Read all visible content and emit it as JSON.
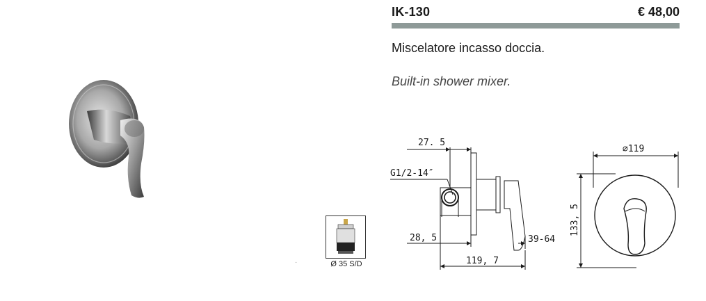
{
  "product": {
    "code": "IK-130",
    "price": "€ 48,00",
    "description_it": "Miscelatore incasso doccia.",
    "description_en": "Built-in shower mixer."
  },
  "cartridge": {
    "label": "Ø 35 S/D"
  },
  "stray_mark": "·",
  "side_drawing": {
    "dim_top": "27. 5",
    "dim_thread": "G1/2-14″",
    "dim_left_bottom": "28, 5",
    "dim_adjust": "39-64",
    "dim_length": "119, 7"
  },
  "front_drawing": {
    "dim_diameter": "⌀119",
    "dim_height": "133, 5"
  },
  "colors": {
    "accent_bar": "#8e9a98",
    "line": "#1a1a1a"
  }
}
